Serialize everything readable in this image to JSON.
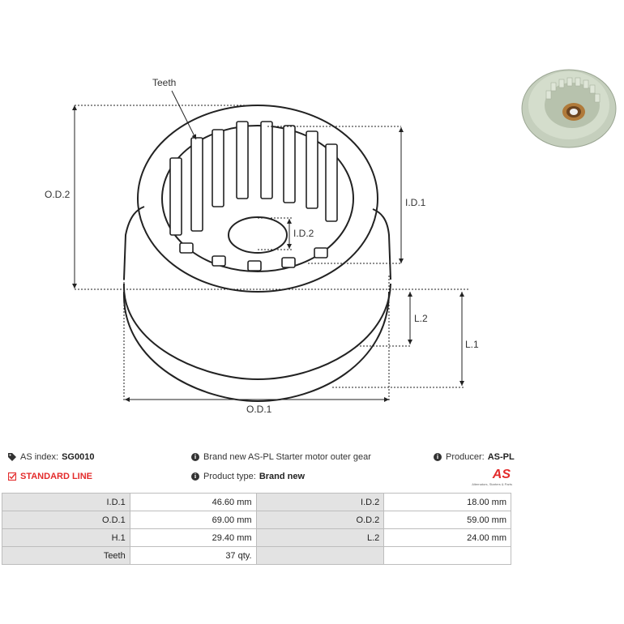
{
  "diagram": {
    "labels": {
      "teeth": "Teeth",
      "od2": "O.D.2",
      "id1": "I.D.1",
      "id2": "I.D.2",
      "l2": "L.2",
      "l1": "L.1",
      "od1": "O.D.1"
    }
  },
  "info": {
    "as_index_label": "AS index:",
    "as_index_value": "SG0010",
    "description": "Brand new AS-PL Starter motor outer gear",
    "producer_label": "Producer:",
    "producer_value": "AS-PL",
    "standard_line": "STANDARD LINE",
    "product_type_label": "Product type:",
    "product_type_value": "Brand new"
  },
  "logo": {
    "text": "AS",
    "tagline": "Alternators, Starters & Parts"
  },
  "specs": [
    {
      "k1": "I.D.1",
      "v1": "46.60 mm",
      "k2": "I.D.2",
      "v2": "18.00 mm"
    },
    {
      "k1": "O.D.1",
      "v1": "69.00 mm",
      "k2": "O.D.2",
      "v2": "59.00 mm"
    },
    {
      "k1": "H.1",
      "v1": "29.40 mm",
      "k2": "L.2",
      "v2": "24.00 mm"
    },
    {
      "k1": "Teeth",
      "v1": "37 qty.",
      "k2": "",
      "v2": ""
    }
  ],
  "colors": {
    "accent": "#e32b2b",
    "header_cell": "#e3e3e3",
    "line": "#222222",
    "photo_part": "#c9d3c1"
  }
}
